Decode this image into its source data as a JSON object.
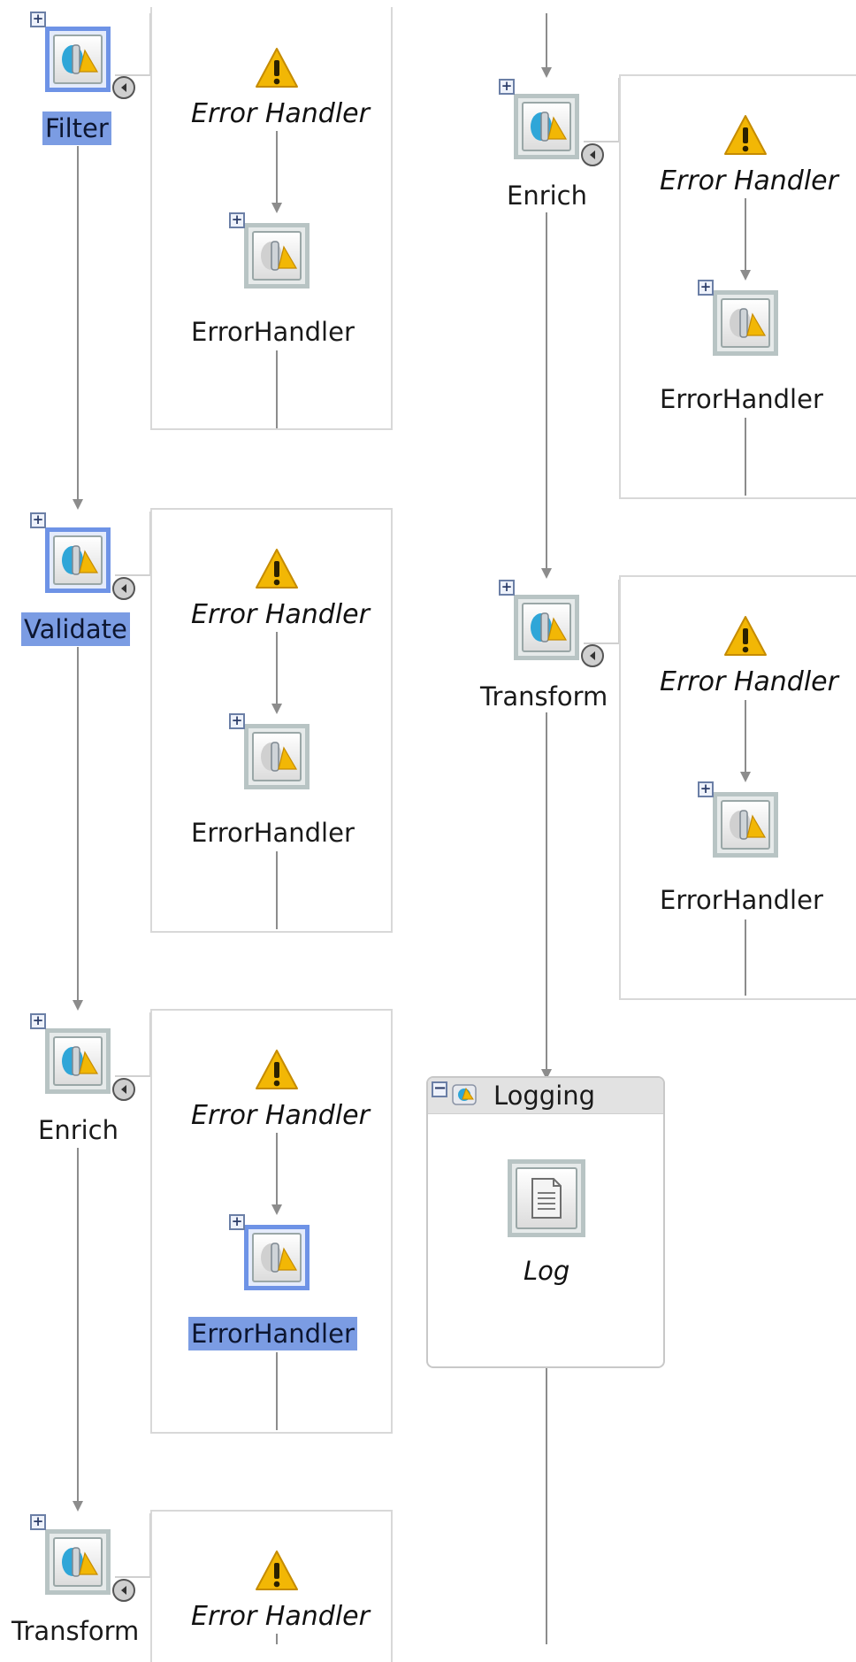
{
  "workflow": {
    "left_column": {
      "filter": {
        "label": "Filter"
      },
      "validate": {
        "label": "Validate"
      },
      "enrich": {
        "label": "Enrich"
      },
      "transform": {
        "label": "Transform"
      }
    },
    "right_column": {
      "enrich": {
        "label": "Enrich"
      },
      "transform": {
        "label": "Transform"
      },
      "logging": {
        "title": "Logging",
        "log": {
          "label": "Log"
        }
      }
    },
    "error_handler": {
      "header": "Error Handler",
      "activity_label": "ErrorHandler"
    }
  },
  "colors": {
    "selection": "#7b9ce3",
    "connector": "#8c8c8c",
    "container_border": "#d8d8d8",
    "warning": "#f2b705"
  }
}
